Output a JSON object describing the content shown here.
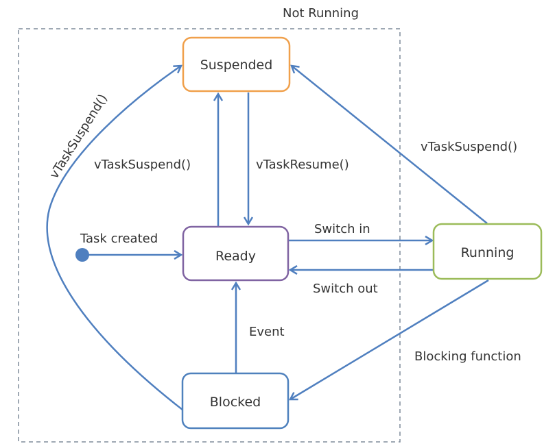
{
  "group": {
    "label": "Not Running"
  },
  "states": {
    "suspended": {
      "label": "Suspended",
      "color": "#f0a04b"
    },
    "ready": {
      "label": "Ready",
      "color": "#8064a2"
    },
    "running": {
      "label": "Running",
      "color": "#9bbb59"
    },
    "blocked": {
      "label": "Blocked",
      "color": "#4f81bd"
    }
  },
  "transitions": {
    "task_created": "Task created",
    "ready_to_suspended": "vTaskSuspend()",
    "suspended_to_ready": "vTaskResume()",
    "blocked_to_suspended": "vTaskSuspend()",
    "running_to_suspended": "vTaskSuspend()",
    "switch_in": "Switch in",
    "switch_out": "Switch out",
    "event": "Event",
    "blocking_function": "Blocking function"
  },
  "colors": {
    "arrow": "#4f7fbf",
    "border": "#7f8c9a"
  }
}
